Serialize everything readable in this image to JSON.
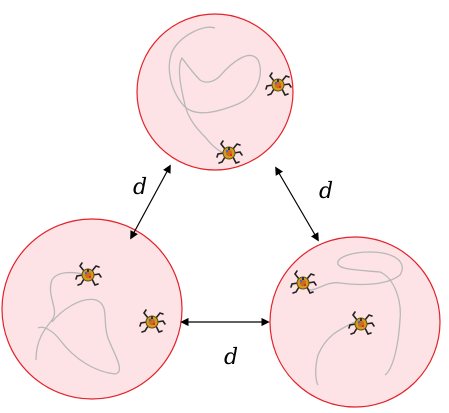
{
  "colors": {
    "circle_fill": "#fde3e5",
    "circle_stroke": "#e3222a",
    "path_stroke": "#b8b8b8",
    "arrow": "#000000",
    "robot_body": "#c9a020",
    "robot_leg": "#222222"
  },
  "labels": {
    "left": "d",
    "right": "d",
    "bottom": "d"
  },
  "icons": {
    "robot": "hexapod-robot-icon"
  }
}
